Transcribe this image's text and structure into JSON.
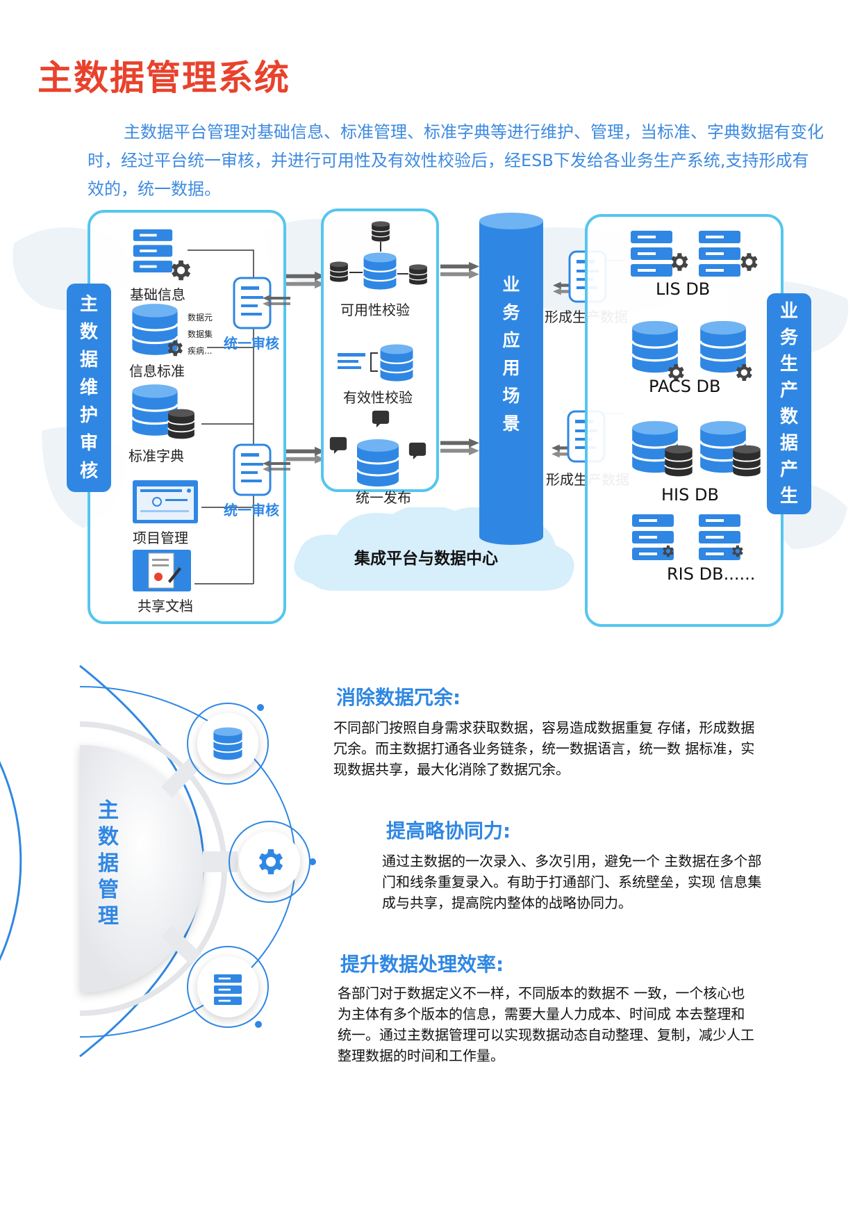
{
  "title": "主数据管理系统",
  "intro": "主数据平台管理对基础信息、标准管理、标准字典等进行维护、管理，当标准、字典数据有变化时，经过平台统一审核，并进行可用性及有效性校验后，经ESB下发给各业务生产系统,支持形成有效的，统一数据。",
  "diagram": {
    "left_vertical": [
      "主",
      "数",
      "据",
      "维",
      "护",
      "审",
      "核"
    ],
    "left_items": {
      "basic_info": "基础信息",
      "info_standard": "信息标准",
      "std_dict": "标准字典",
      "project_mgmt": "项目管理",
      "shared_docs": "共享文档"
    },
    "small_list": [
      "数据元",
      "数据集",
      "疾病..."
    ],
    "audit_top": "统一审核",
    "audit_bottom": "统一审核",
    "middle_items": {
      "availability": "可用性校验",
      "validity": "有效性校验",
      "publish": "统一发布"
    },
    "cloud_label": "集成平台与数据中心",
    "column_vertical": [
      "业",
      "务",
      "应",
      "用",
      "场",
      "景"
    ],
    "form_data_top": "形成生产数据",
    "form_data_bottom": "形成生产数据",
    "db_labels": {
      "lis": "LIS DB",
      "pacs": "PACS DB",
      "his": "HIS DB",
      "ris": "RIS DB......"
    },
    "right_vertical": [
      "业",
      "务",
      "生",
      "产",
      "数",
      "据",
      "产",
      "生"
    ],
    "colors": {
      "primary": "#2f87e3",
      "panel_border": "#55c6ee",
      "title": "#e8422d"
    }
  },
  "features": {
    "center_vertical": [
      "主",
      "数",
      "据",
      "管",
      "理"
    ],
    "items": [
      {
        "title": "消除数据冗余:",
        "body": "不同部门按照自身需求获取数据，容易造成数据重复 存储，形成数据冗余。而主数据打通各业务链条，统一数据语言，统一数 据标准，实现数据共享，最大化消除了数据冗余。"
      },
      {
        "title": "提高略协同力:",
        "body": "通过主数据的一次录入、多次引用，避免一个 主数据在多个部门和线条重复录入。有助于打通部门、系统壁垒，实现 信息集成与共享，提高院内整体的战略协同力。"
      },
      {
        "title": "提升数据处理效率:",
        "body": "各部门对于数据定义不一样，不同版本的数据不 一致，一个核心也为主体有多个版本的信息，需要大量人力成本、时间成 本去整理和统一。通过主数据管理可以实现数据动态自动整理、复制，减少人工整理数据的时间和工作量。"
      }
    ]
  }
}
